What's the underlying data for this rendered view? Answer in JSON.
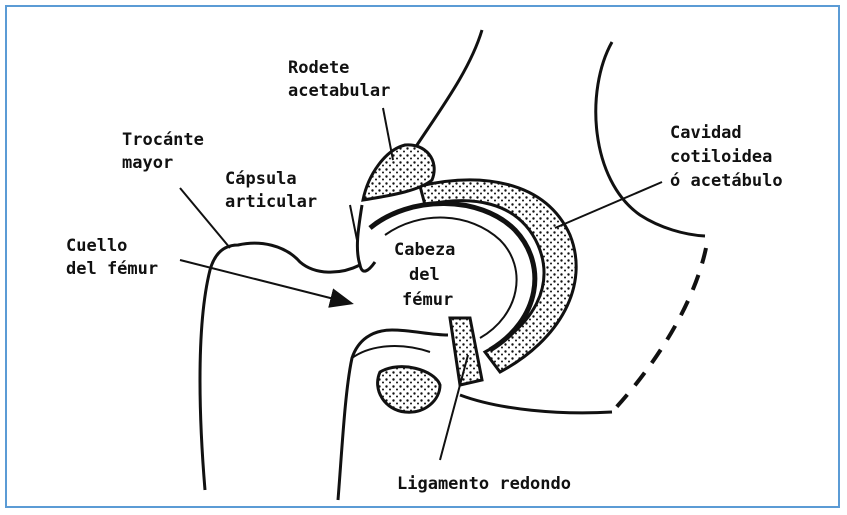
{
  "colors": {
    "border": "#5b9bd5",
    "ink": "#111111",
    "background": "#ffffff"
  },
  "labels": {
    "rodete_line1": "Rodete",
    "rodete_line2": "acetabular",
    "trocante_line1": "Trocánte",
    "trocante_line2": "mayor",
    "capsula_line1": "Cápsula",
    "capsula_line2": "articular",
    "cuello_line1": "Cuello",
    "cuello_line2": "del fémur",
    "cabeza_line1": "Cabeza",
    "cabeza_line2": "del",
    "cabeza_line3": "fémur",
    "cavidad_line1": "Cavidad",
    "cavidad_line2": "cotiloidea",
    "cavidad_line3": "ó acetábulo",
    "ligamento": "Ligamento redondo"
  }
}
